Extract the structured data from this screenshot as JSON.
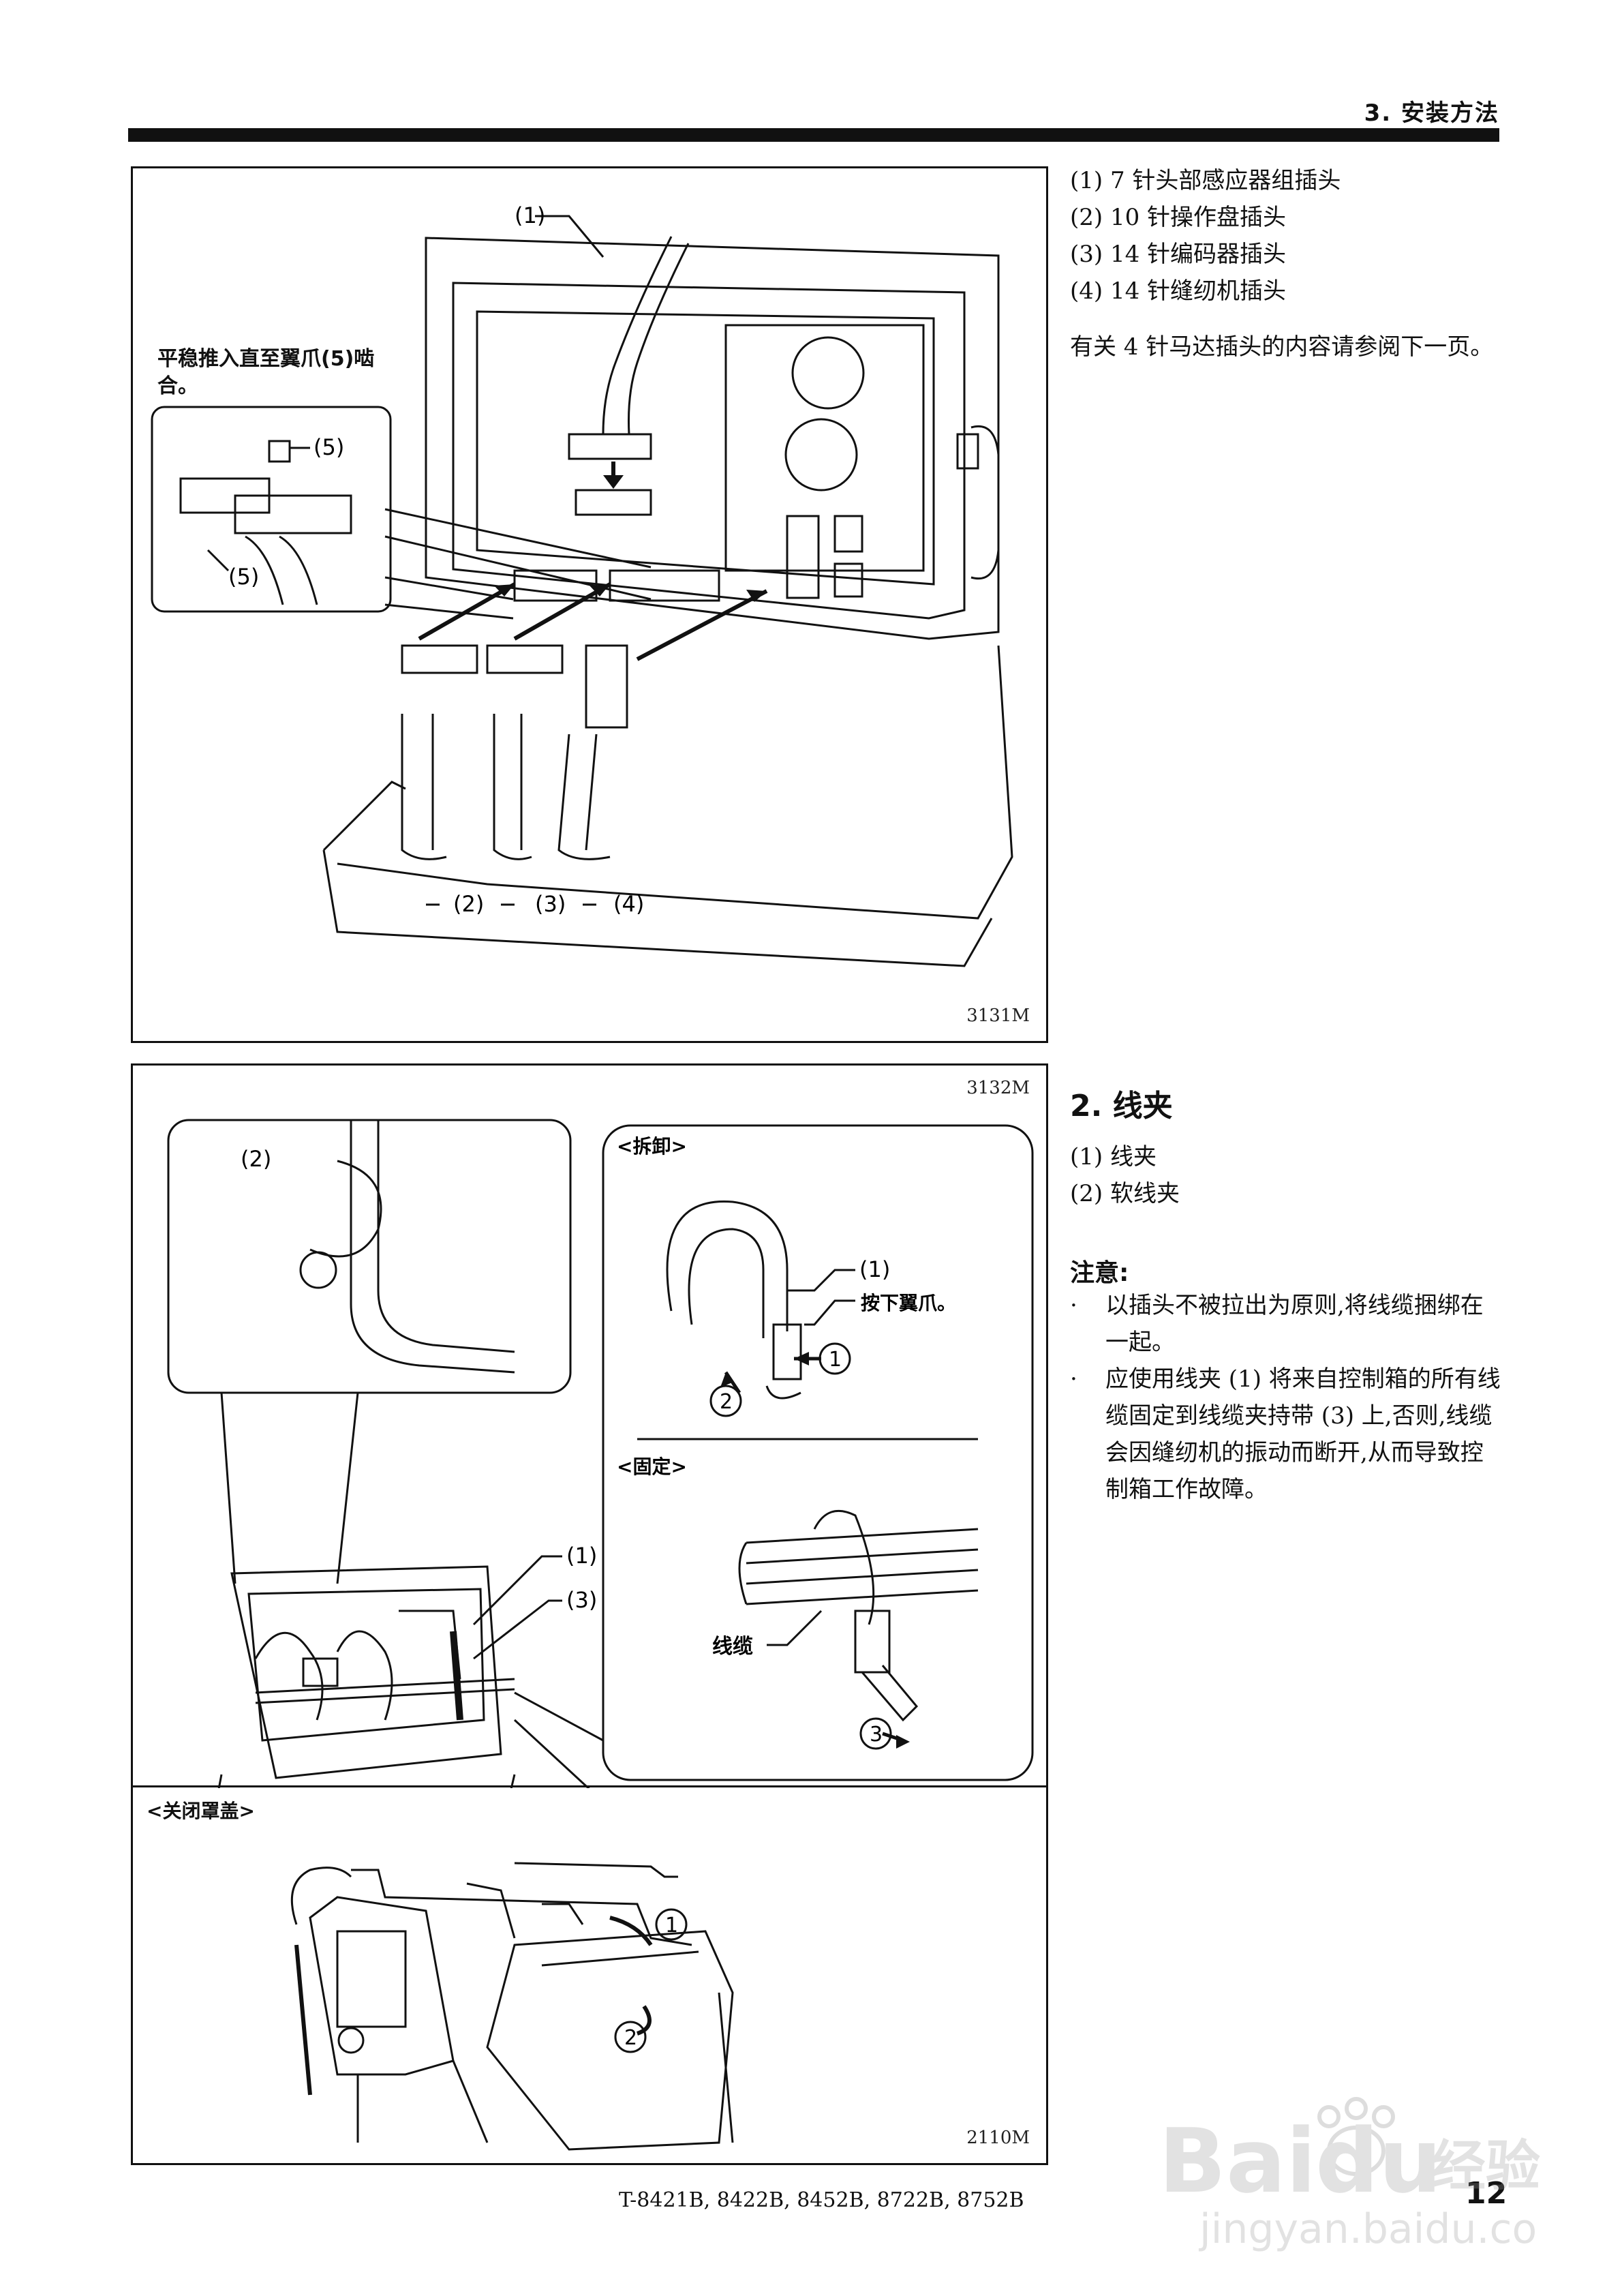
{
  "header": {
    "section_title": "3. 安装方法"
  },
  "figure1": {
    "id": "3131M",
    "callout": "平稳推入直至翼爪(5)啮\n合。",
    "labels": {
      "l1": "(1)",
      "l2": "(2)",
      "l3": "(3)",
      "l4": "(4)",
      "l5a": "(5)",
      "l5b": "(5)"
    }
  },
  "connectors": {
    "items": [
      "(1) 7 针头部感应器组插头",
      "(2) 10 针操作盘插头",
      "(3) 14 针编码器插头",
      "(4) 14 针缝纫机插头"
    ],
    "note": "有关 4 针马达插头的内容请参阅下一页。"
  },
  "figure2": {
    "id": "3132M",
    "labels": {
      "l2": "(2)",
      "l1": "(1)",
      "l3": "(3)",
      "remove_title": "<拆卸>",
      "remove_l1": "(1)",
      "press_claw": "按下翼爪。",
      "fix_title": "<固定>",
      "cable": "线缆",
      "step1": "1",
      "step2": "2",
      "step3": "3"
    }
  },
  "figure3": {
    "id": "2110M",
    "title": "<关闭罩盖>",
    "step1": "1",
    "step2": "2"
  },
  "section": {
    "heading": "2. 线夹",
    "items": [
      "(1) 线夹",
      "(2) 软线夹"
    ]
  },
  "notice": {
    "heading": "注意:",
    "bullets": [
      "以插头不被拉出为原则,将线缆捆绑在一起。",
      "应使用线夹 (1) 将来自控制箱的所有线缆固定到线缆夹持带 (3) 上,否则,线缆会因缝纫机的振动而断开,从而导致控制箱工作故障。"
    ]
  },
  "footer": {
    "models": "T-8421B, 8422B, 8452B, 8722B, 8752B",
    "page_number": "12"
  },
  "watermark": {
    "brand": "Bai",
    "brand2": "du",
    "cn": "经验",
    "url": "jingyan.baidu.com"
  }
}
